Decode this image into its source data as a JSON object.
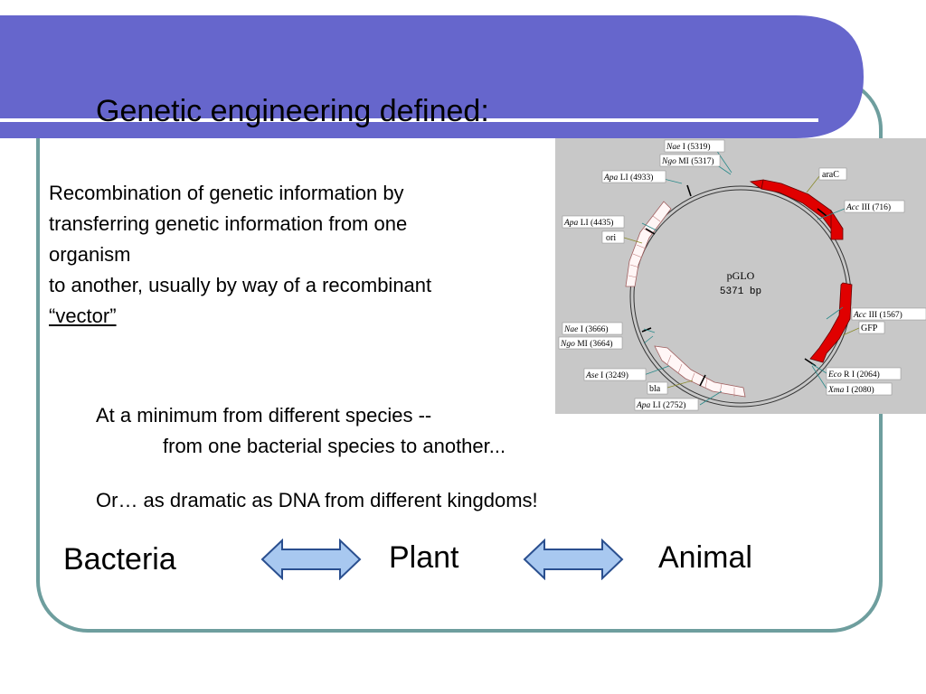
{
  "slide": {
    "title": "Genetic engineering defined:",
    "definition_lines": [
      "Recombination of genetic information by",
      "transferring genetic information from one",
      "organism",
      "to another, usually by way of a recombinant"
    ],
    "vector_word": "“vector”",
    "minimum_line1": "At a minimum from different species --",
    "minimum_line2": "from one bacterial species to another...",
    "dramatic_line": "Or… as dramatic as DNA from different kingdoms!",
    "kingdoms": [
      "Bacteria",
      "Plant",
      "Animal"
    ]
  },
  "plasmid": {
    "name": "pGLO",
    "size": "5371 bp",
    "genes": [
      "araC",
      "ori",
      "GFP",
      "bla"
    ],
    "sites": [
      {
        "enzyme": "Nae",
        "suffix": "I (5319)"
      },
      {
        "enzyme": "Ngo",
        "suffix": "MI (5317)"
      },
      {
        "enzyme": "Apa",
        "suffix": "LI (4933)"
      },
      {
        "enzyme": "Acc",
        "suffix": "III (716)"
      },
      {
        "enzyme": "Apa",
        "suffix": "LI (4435)"
      },
      {
        "enzyme": "Acc",
        "suffix": "III (1567)"
      },
      {
        "enzyme": "Nae",
        "suffix": "I (3666)"
      },
      {
        "enzyme": "Ngo",
        "suffix": "MI (3664)"
      },
      {
        "enzyme": "Ase",
        "suffix": "I (3249)"
      },
      {
        "enzyme": "Eco",
        "suffix": "R I (2064)"
      },
      {
        "enzyme": "Xma",
        "suffix": "I (2080)"
      },
      {
        "enzyme": "Apa",
        "suffix": "LI (2752)"
      }
    ]
  },
  "colors": {
    "banner": "#6666cc",
    "frame_border": "#6e9e9e",
    "gene_red": "#e00000",
    "arrow_fill": "#a8c8f0",
    "arrow_stroke": "#2a4f8f"
  }
}
